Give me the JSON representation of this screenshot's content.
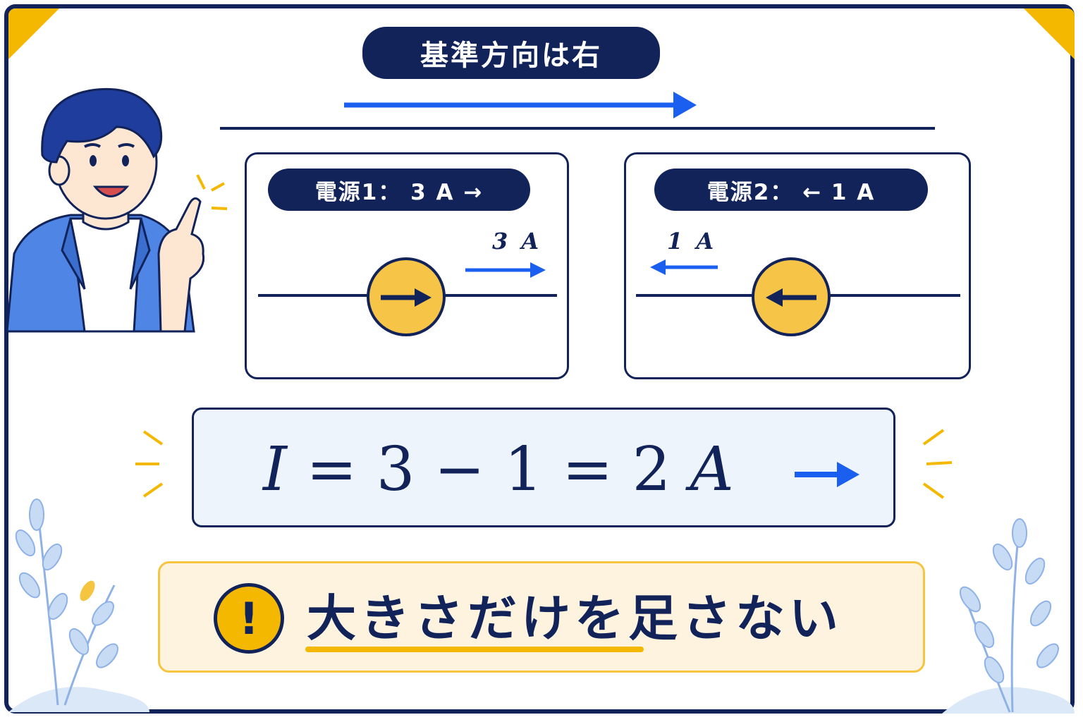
{
  "title": "基準方向は右",
  "source1": {
    "label": "電源1： 3 A →",
    "magnitude": "3 A",
    "direction": "right"
  },
  "source2": {
    "label": "電源2： ← 1 A",
    "magnitude": "1 A",
    "direction": "left"
  },
  "equation": {
    "I": "I",
    "rest": " = 3 − 1 = 2 ",
    "unit": "A"
  },
  "warning": {
    "icon": "exclamation-icon",
    "text": "大きさだけを足さない",
    "symbol": "!"
  },
  "colors": {
    "navy": "#12235a",
    "blue": "#1a5ff0",
    "yellow": "#f5b800",
    "source_fill": "#f6c446"
  }
}
